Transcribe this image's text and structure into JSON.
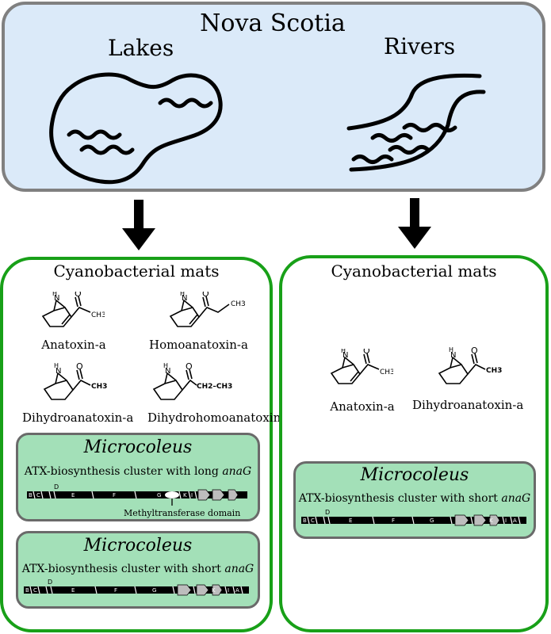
{
  "region": {
    "title": "Nova Scotia",
    "lakes_label": "Lakes",
    "rivers_label": "Rivers"
  },
  "left_panel": {
    "title": "Cyanobacterial mats",
    "compounds": [
      "Anatoxin-a",
      "Homoanatoxin-a",
      "Dihydroanatoxin-a",
      "Dihydrohomoanatoxin-a"
    ],
    "boxes": [
      {
        "genus": "Microcoleus",
        "cluster_prefix": "ATX-biosynthesis cluster with long ",
        "cluster_gene": "anaG",
        "note": "Methyltransferase domain"
      },
      {
        "genus": "Microcoleus",
        "cluster_prefix": "ATX-biosynthesis cluster with short ",
        "cluster_gene": "anaG"
      }
    ]
  },
  "right_panel": {
    "title": "Cyanobacterial mats",
    "compounds": [
      "Anatoxin-a",
      "Dihydroanatoxin-a"
    ],
    "boxes": [
      {
        "genus": "Microcoleus",
        "cluster_prefix": "ATX-biosynthesis cluster with short ",
        "cluster_gene": "anaG"
      }
    ]
  },
  "structure_labels": {
    "nh": "N\nH",
    "o": "O",
    "ch3": "CH3",
    "ch2ch3": "CH2–CH3"
  },
  "gene_labels": [
    "B",
    "C",
    "D",
    "E",
    "F",
    "G",
    "K",
    "I",
    "J",
    "A"
  ],
  "colors": {
    "region_bg": "#dbeaf9",
    "region_border": "#808080",
    "panel_border": "#18a018",
    "genus_bg": "#a3e0b8",
    "gene_gray": "#bdbdbd"
  }
}
